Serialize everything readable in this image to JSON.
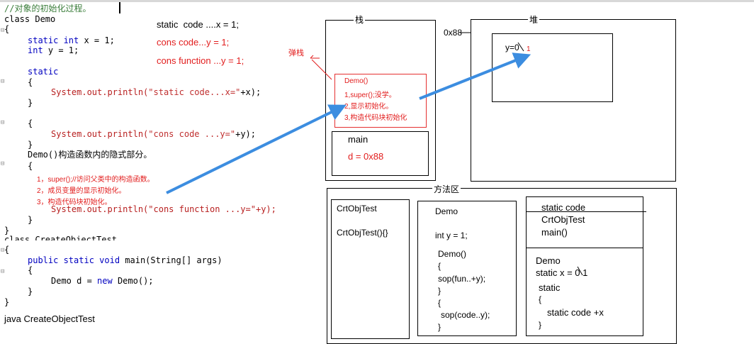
{
  "top_comment": "//对象的初始化过程。",
  "code": {
    "l1": "class Demo",
    "l2": "{",
    "l3_kw": "static int",
    "l3_rest": " x = 1;",
    "l4_kw": "int",
    "l4_rest": " y = 1;",
    "l5": "static",
    "l6": "{",
    "l7_a": "System.out.println(",
    "l7_s": "\"static code...x=\"",
    "l7_b": "+x);",
    "l8": "}",
    "l9": "{",
    "l10_a": "System.out.println(",
    "l10_s": "\"cons code ...y=\"",
    "l10_b": "+y);",
    "l11": "}",
    "l12": "Demo()构造函数内的隐式部分。",
    "l13": "{",
    "l14": "System.out.println(\"cons function ...y=\"+y);",
    "l15": "}",
    "l16": "}",
    "l17": "class CreateObjectTest",
    "l18": "{",
    "l19_kw": "public static void",
    "l19_rest": " main(String[] args)",
    "l20": "{",
    "l21_a": "Demo d = ",
    "l21_kw": "new",
    "l21_b": " Demo();",
    "l22": "}",
    "l23": "}",
    "run": "java CreateObjectTest"
  },
  "implicit_notes": [
    "1，super();//访问父类中的构造函数。",
    "2，成员变量的显示初始化。",
    "3，构造代码块初始化。"
  ],
  "output_notes": {
    "static": "static  code ....x = 1;",
    "cons": "cons code...y = 1;",
    "func": "cons function ...y = 1;"
  },
  "stack": {
    "title": "栈",
    "pop_label": "弹栈",
    "demo_frame": {
      "title": "Demo()",
      "steps": [
        "1,super();没学。",
        "2,显示初始化。",
        "3,构造代码块初始化"
      ]
    },
    "main_frame": {
      "title": "main",
      "var": "d = 0x88"
    }
  },
  "heap": {
    "title": "堆",
    "address": "0x88",
    "field": "y=0",
    "field_new": "1"
  },
  "method_area": {
    "title": "方法区",
    "crt": {
      "name": "CrtObjTest",
      "ctor": "CrtObjTest(){}"
    },
    "demo": {
      "name": "Demo",
      "field": "int y = 1;",
      "lines": [
        "Demo()",
        "{",
        "sop(fun..+y);",
        "}",
        "{",
        "sop(code..y);",
        "}"
      ]
    },
    "static_area": {
      "header": "static code",
      "items": [
        "CrtObjTest",
        "main()"
      ],
      "demo": "Demo",
      "field": "static x = 0 1",
      "lines": [
        "static",
        "{",
        "static code +x",
        "}"
      ]
    }
  },
  "colors": {
    "arrow": "#3c8de0",
    "red": "#e21d1d",
    "keyword": "#0000c0",
    "string": "#c03030"
  }
}
